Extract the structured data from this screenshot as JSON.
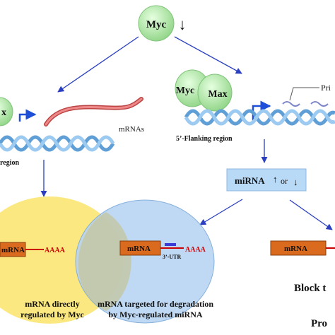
{
  "top": {
    "myc_label": "Myc",
    "arrow_symbol": "↓"
  },
  "left_panel": {
    "partial_label": "x",
    "mrnas_label": "mRNAs",
    "region_label": "region"
  },
  "right_panel": {
    "myc_label": "Myc",
    "max_label": "Max",
    "pri_label": "Pri",
    "flanking_label": "5’-Flanking region",
    "mirna_box": {
      "label": "miRNA",
      "up": "↑",
      "or": "or",
      "down": "↓"
    }
  },
  "venn": {
    "left_mrna": "mRNA",
    "left_polya": "AAAA",
    "mid_mrna": "mRNA",
    "mid_utr": "3’-UTR",
    "mid_polya": "AAAA",
    "left_caption_1": "mRNA directly",
    "left_caption_2": "regulated by Myc",
    "right_caption_1": "mRNA targeted for degradation",
    "right_caption_2": "by Myc-regulated miRNA"
  },
  "right_bottom": {
    "mrna": "mRNA",
    "block_label": "Block t",
    "pro_label": "Pro"
  },
  "colors": {
    "green_circle": "#a8e6a0",
    "helix": "#7fb6e0",
    "arrow": "#2a3fbf",
    "venn_left": "#fbe77a",
    "venn_right": "#b9d4f2",
    "mrna_box": "#d96a1e"
  }
}
